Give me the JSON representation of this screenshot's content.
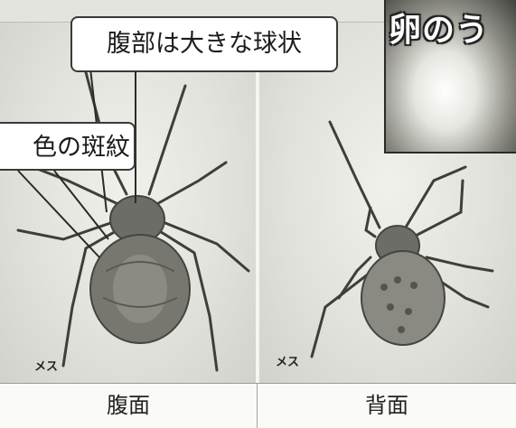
{
  "photos": {
    "left": {
      "sex_label": "メス",
      "caption": "腹面"
    },
    "right": {
      "sex_label": "メス",
      "caption": "背面"
    }
  },
  "callouts": {
    "abdomen": "腹部は大きな球状",
    "markings": "色の斑紋"
  },
  "inset": {
    "label": "卵のう"
  },
  "colors": {
    "background": "#e4e4df",
    "caption_bar": "#fafaf7",
    "spider_body": "#6f6f69",
    "outline": "#3a3a3a"
  }
}
